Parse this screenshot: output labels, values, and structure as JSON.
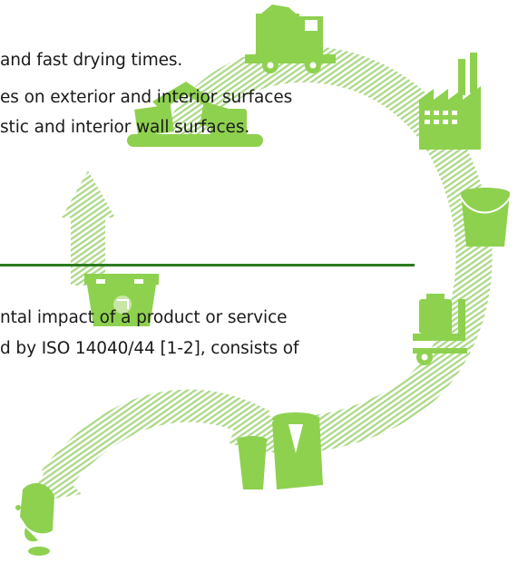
{
  "text_lines": {
    "line1": "and fast drying times.",
    "line2": "es on exterior and interior surfaces",
    "line3": "stic and interior wall surfaces.",
    "line4": "ntal impact of a product or service",
    "line5": "d by ISO 14040/44 [1-2], consists of"
  },
  "colors": {
    "accent_green": "#8ed14f",
    "divider_green": "#2d7a1f",
    "stripe_green": "#a9d884"
  },
  "icons": [
    "truck-icon",
    "factory-icon",
    "paint-bucket-icon",
    "cart-icon",
    "paint-cans-icon",
    "excavator-icon",
    "recycle-bin-icon",
    "paint-splash-icon",
    "lifecycle-arrow-icon"
  ]
}
